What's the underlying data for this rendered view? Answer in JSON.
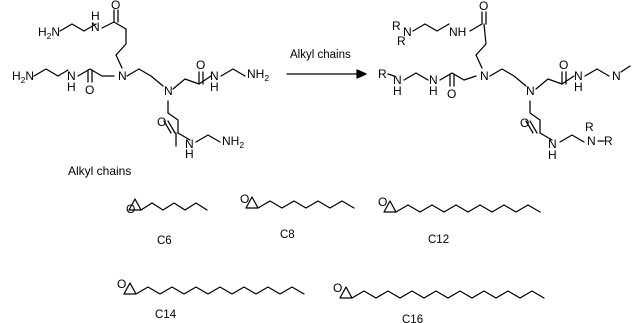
{
  "reaction": {
    "arrow_label": "Alkyl chains",
    "section_title": "Alkyl chains"
  },
  "atoms": {
    "N": "N",
    "O": "O",
    "H": "H",
    "R": "R",
    "H2N": "H2N",
    "NH2": "NH2",
    "NH": "NH",
    "H_sub": "2"
  },
  "epoxides": [
    {
      "label": "C6"
    },
    {
      "label": "C8"
    },
    {
      "label": "C12"
    },
    {
      "label": "C14"
    },
    {
      "label": "C16"
    }
  ]
}
